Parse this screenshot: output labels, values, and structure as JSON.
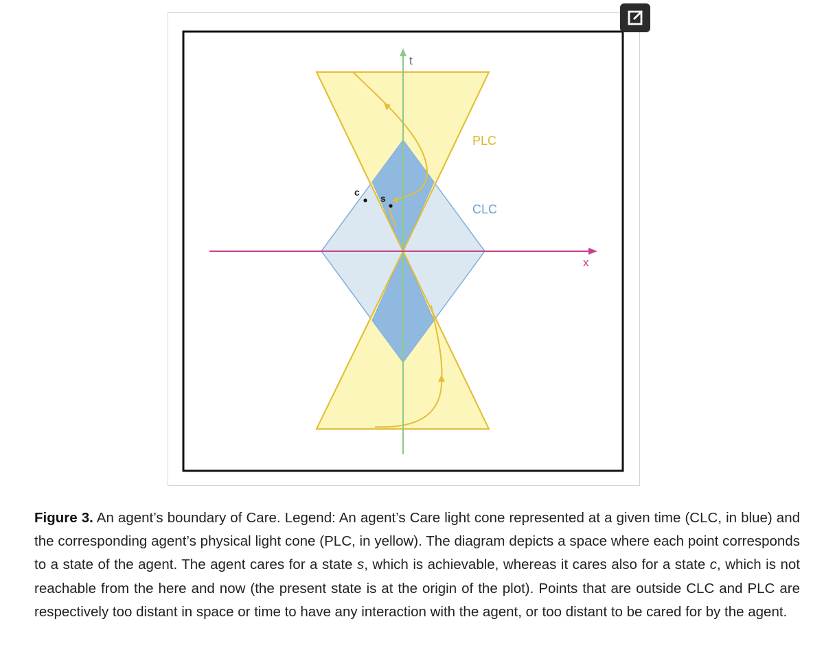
{
  "diagram": {
    "axis_t_label": "t",
    "axis_x_label": "x",
    "plc_label": "PLC",
    "clc_label": "CLC",
    "point_c_label": "c",
    "point_s_label": "s",
    "colors": {
      "plc_fill": "#fdf5b0",
      "plc_stroke": "#e3be3a",
      "clc_fill": "#dce8f1",
      "clc_stroke": "#7fb0dc",
      "overlap_fill": "#8fb9df",
      "t_axis": "#8ec88a",
      "x_axis": "#c8408c",
      "frame": "#111111"
    }
  },
  "expand_icon": "external-link-icon",
  "caption": {
    "figure_label": "Figure 3.",
    "text_1": " An agent’s boundary of Care. Legend: An agent’s Care light cone represented at a given time (CLC, in blue) and the corresponding agent’s physical light cone (PLC, in yellow). The diagram depicts a space where each point corresponds to a state of the agent. The agent cares for a state ",
    "s_italic": "s",
    "text_2": ", which is achievable, whereas it cares also for a state ",
    "c_italic": "c",
    "text_3": ", which is not reachable from the here and now (the present state is at the origin of the plot). Points that are outside CLC and PLC are respectively too distant in space or time to have any interaction with the agent, or too distant to be cared for by the agent."
  }
}
